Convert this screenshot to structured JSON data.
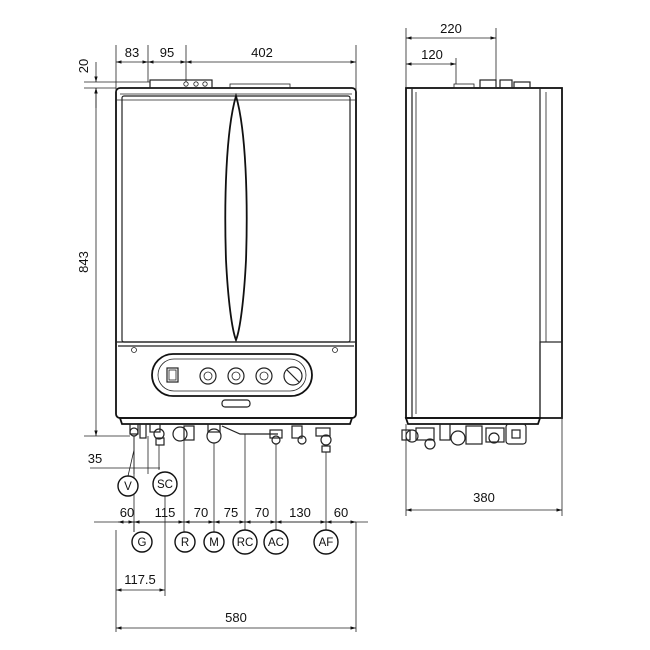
{
  "front_view": {
    "top_dims": [
      "83",
      "95",
      "402"
    ],
    "left_dims": [
      "20",
      "843"
    ],
    "bottom_dims": [
      "60",
      "115",
      "70",
      "75",
      "70",
      "130",
      "60"
    ],
    "offset_35": "35",
    "offset_117_5": "117.5",
    "total_width": "580",
    "connections_upper": [
      "V",
      "SC"
    ],
    "connections_lower": [
      "G",
      "R",
      "M",
      "RC",
      "AC",
      "AF"
    ]
  },
  "side_view": {
    "top_dims": [
      "220",
      "120"
    ],
    "depth": "380"
  }
}
